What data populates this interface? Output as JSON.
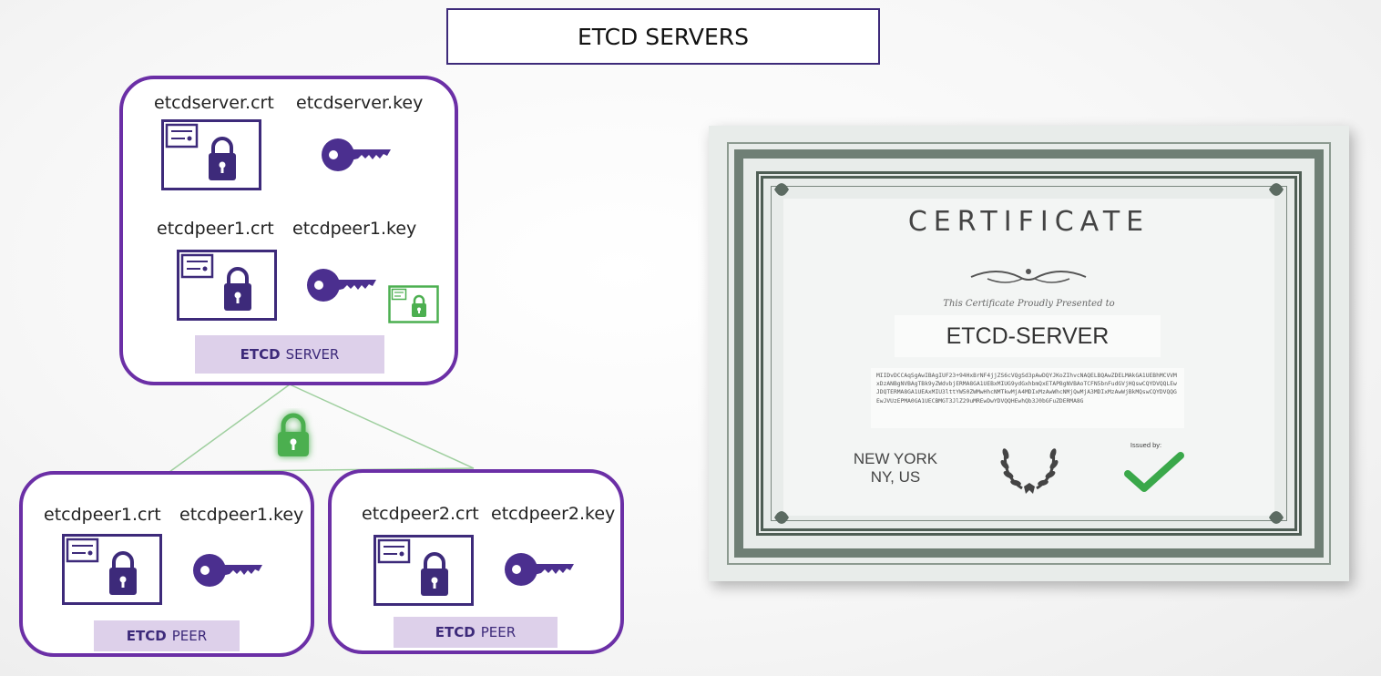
{
  "title": "ETCD SERVERS",
  "server": {
    "files": {
      "server_crt": "etcdserver.crt",
      "server_key": "etcdserver.key",
      "peer_crt": "etcdpeer1.crt",
      "peer_key": "etcdpeer1.key"
    },
    "badge_bold": "ETCD",
    "badge_rest": "SERVER"
  },
  "peers": [
    {
      "crt": "etcdpeer1.crt",
      "key": "etcdpeer1.key",
      "badge_bold": "ETCD",
      "badge_rest": "PEER"
    },
    {
      "crt": "etcdpeer2.crt",
      "key": "etcdpeer2.key",
      "badge_bold": "ETCD",
      "badge_rest": "PEER"
    }
  ],
  "certificate": {
    "heading": "CERTIFICATE",
    "presented": "This Certificate Proudly Presented to",
    "name": "ETCD-SERVER",
    "hash": "MIIDvDCCAqSgAwIBAgIUF23+94HxBrNF4jjZS6cVQgSd3pAwDQYJKoZIhvcNAQELBQAwZDELMAkGA1UEBhMCVVMxDzANBgNVBAgTBk9yZWdvbjERMA8GA1UEBxMIUG9ydGxhbmQxETAPBgNVBAoTCFN5bnFudGVjHQswCQYDVQQLEwJDQTERMA8GA1UEAxMIU3lttYW50ZWMwHhcNMTkwMjA4MDIxMzAwWhcNMjQwMjA3MDIxMzAwWjBkMQswCQYDVQQGEwJVUzEPMA0GA1UECBMGT3JlZ29uMREwDwYDVQQHEwhQb3J0bGFuZDERMA8G",
    "city": "NEW YORK",
    "state": "NY, US",
    "issued_by": "Issued by:"
  },
  "colors": {
    "purple": "#6b2fa6",
    "navy": "#3d2a7a",
    "key": "#4b2f8f",
    "green": "#4caf50",
    "badge_bg": "#ddd0ea"
  }
}
